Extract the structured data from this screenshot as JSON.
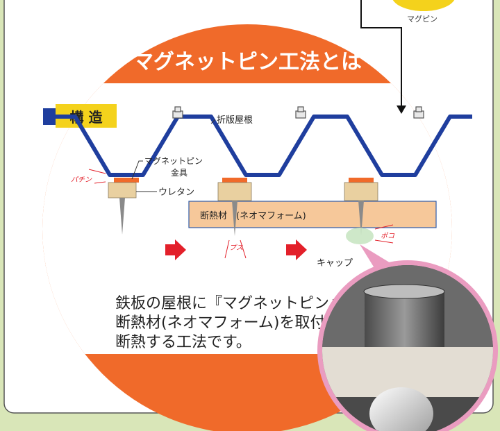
{
  "top_label": "マグピン",
  "banner_title": "マグネットピン工法とは",
  "structure_label": "構 造",
  "labels": {
    "folded_roof": "折版屋根",
    "magnet_pin_fitting_line1": "マグネットピン",
    "magnet_pin_fitting_line2": "金具",
    "urethane": "ウレタン",
    "insulation": "断熱材　(ネオマフォーム)",
    "cap": "キャップ"
  },
  "sound_effects": {
    "pachin": "パチン",
    "pusu": "プス",
    "poko": "ポコ"
  },
  "caption_lines": [
    "鉄板の屋根に『マグネットピン』で",
    "断熱材(ネオマフォーム)を取付けて",
    "断熱する工法です。"
  ],
  "colors": {
    "orange": "#f06a2a",
    "roof_blue": "#1f3e9e",
    "insulation": "#f6c89a",
    "arrow_red": "#e3202a",
    "background": "#d9e6b8"
  }
}
